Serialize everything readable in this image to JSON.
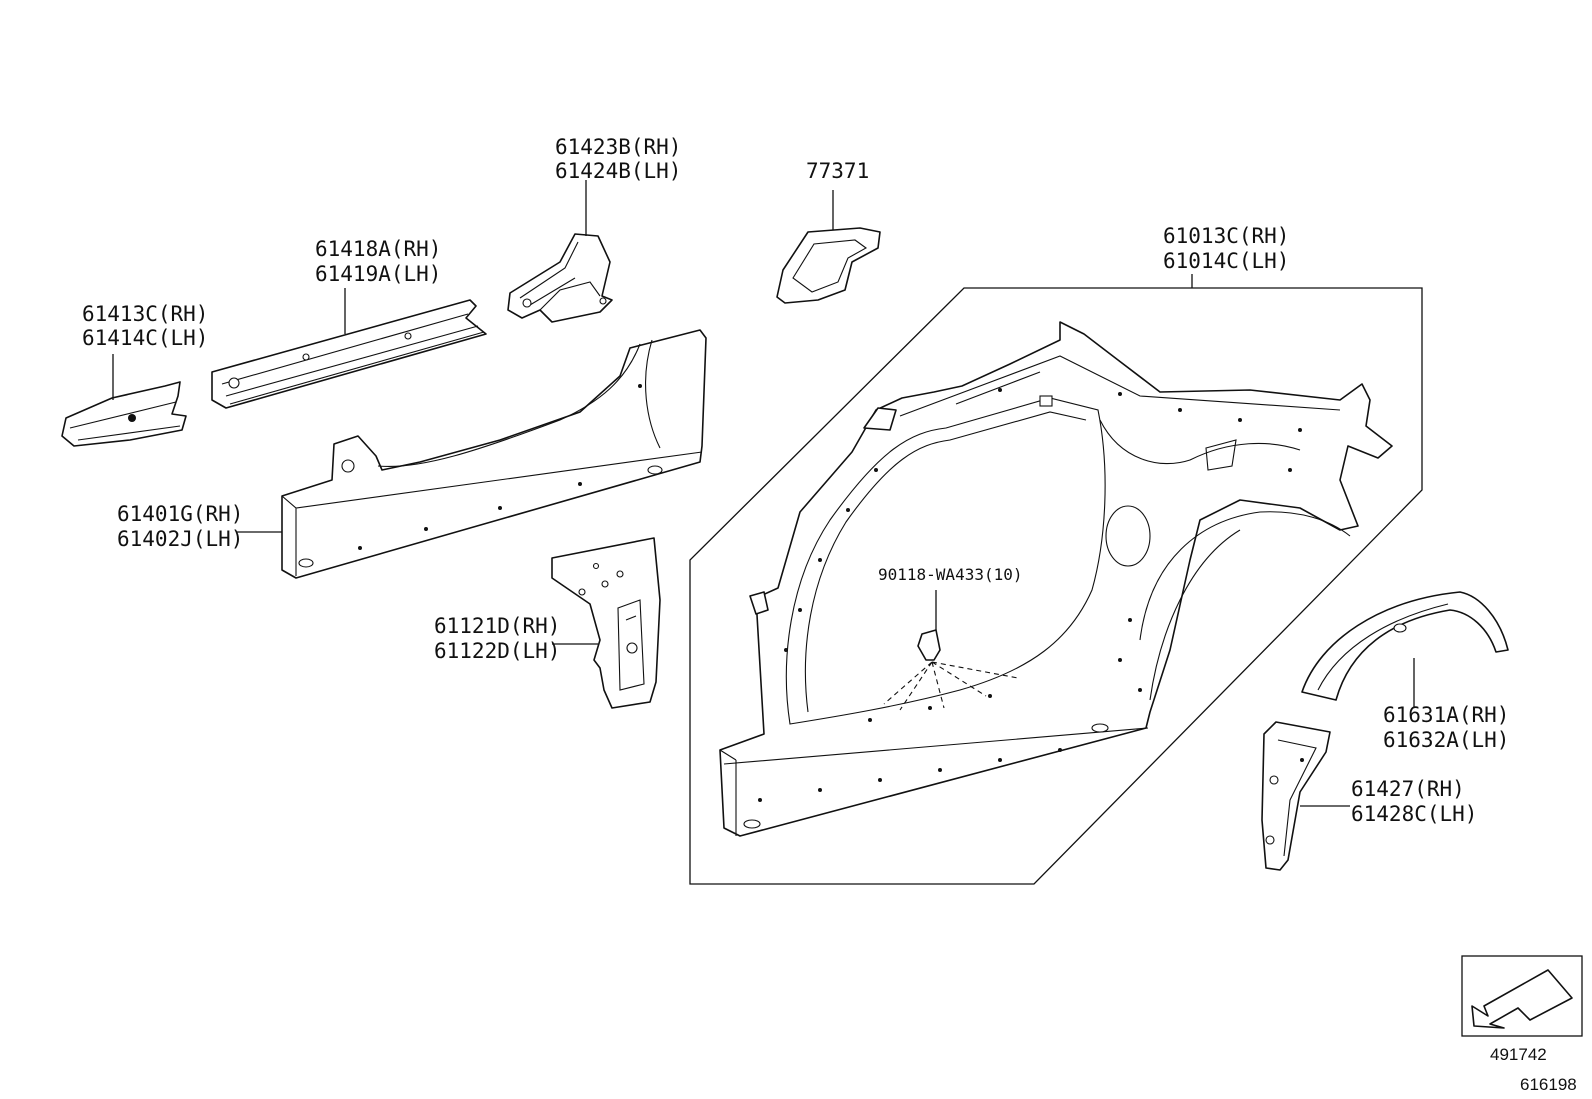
{
  "callouts": {
    "c61423": {
      "rh": "61423B(RH)",
      "lh": "61424B(LH)"
    },
    "c77371": {
      "code": "77371"
    },
    "c61418": {
      "rh": "61418A(RH)",
      "lh": "61419A(LH)"
    },
    "c61413": {
      "rh": "61413C(RH)",
      "lh": "61414C(LH)"
    },
    "c61013": {
      "rh": "61013C(RH)",
      "lh": "61014C(LH)"
    },
    "c61401": {
      "rh": "61401G(RH)",
      "lh": "61402J(LH)"
    },
    "c90118": {
      "code": "90118-WA433(10)"
    },
    "c61121": {
      "rh": "61121D(RH)",
      "lh": "61122D(LH)"
    },
    "c61631": {
      "rh": "61631A(RH)",
      "lh": "61632A(LH)"
    },
    "c61427": {
      "rh": "61427(RH)",
      "lh": "61428C(LH)"
    }
  },
  "legend": {
    "icon": "front-direction-arrow-icon",
    "code": "491742"
  },
  "drawing_id": "616198"
}
